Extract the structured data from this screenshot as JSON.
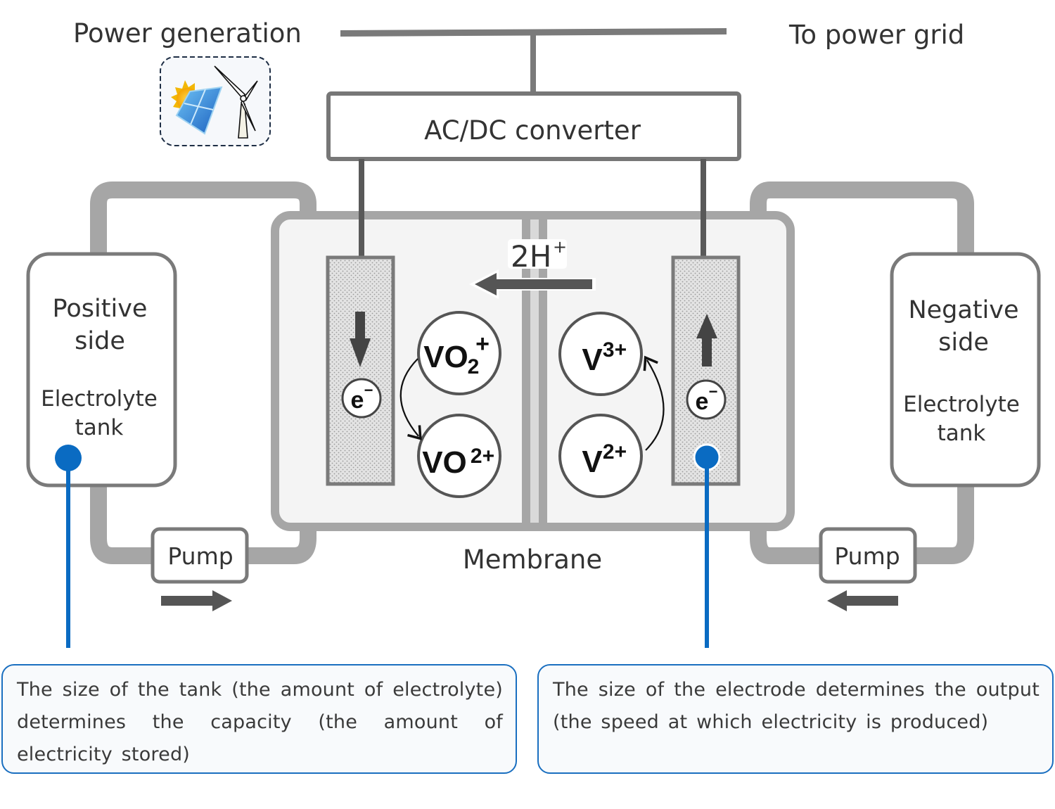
{
  "labels": {
    "power_generation": "Power generation",
    "to_power_grid": "To power grid",
    "converter": "AC/DC converter",
    "membrane": "Membrane",
    "proton": "2H",
    "proton_charge": "+"
  },
  "positive_tank": {
    "title_line1": "Positive",
    "title_line2": "side",
    "sub_line1": "Electrolyte",
    "sub_line2": "tank",
    "pump_label": "Pump",
    "flow_direction": "right"
  },
  "negative_tank": {
    "title_line1": "Negative",
    "title_line2": "side",
    "sub_line1": "Electrolyte",
    "sub_line2": "tank",
    "pump_label": "Pump",
    "flow_direction": "left"
  },
  "positive_electrode": {
    "electron_label": "e",
    "electron_charge": "−",
    "electron_direction": "down",
    "ions": [
      {
        "base": "VO",
        "sub": "2",
        "sup": "+"
      },
      {
        "base": "VO",
        "sub": "",
        "sup": "2+"
      }
    ],
    "reaction_direction": "VO2+ to VO2+ (down)"
  },
  "negative_electrode": {
    "electron_label": "e",
    "electron_charge": "−",
    "electron_direction": "up",
    "ions": [
      {
        "base": "V",
        "sub": "",
        "sup": "3+"
      },
      {
        "base": "V",
        "sub": "",
        "sup": "2+"
      }
    ],
    "reaction_direction": "V2+ to V3+ (up)"
  },
  "callouts": [
    {
      "text": "The size of the tank (the amount of electrolyte) determines the capacity (the amount of electricity stored)"
    },
    {
      "text": "The size of the electrode determines the output (the speed at which electricity is produced)"
    }
  ],
  "icons": [
    "solar-panel-icon",
    "sun-icon",
    "wind-turbine-icon"
  ],
  "colors": {
    "pipe": "#a6a6a6",
    "outline": "#7a7a7a",
    "wire": "#595959",
    "arrow": "#505050",
    "callout_blue": "#1a6fc0",
    "cell_bg": "#f4f4f4"
  }
}
